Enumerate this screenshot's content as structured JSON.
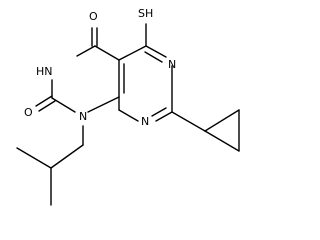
{
  "structure": {
    "atoms": {
      "o_top": "O",
      "sh": "SH",
      "nh": "HN",
      "n_right_top": "N",
      "o_left": "O",
      "n_right_bottom": "N",
      "n_bottom": "N"
    }
  }
}
